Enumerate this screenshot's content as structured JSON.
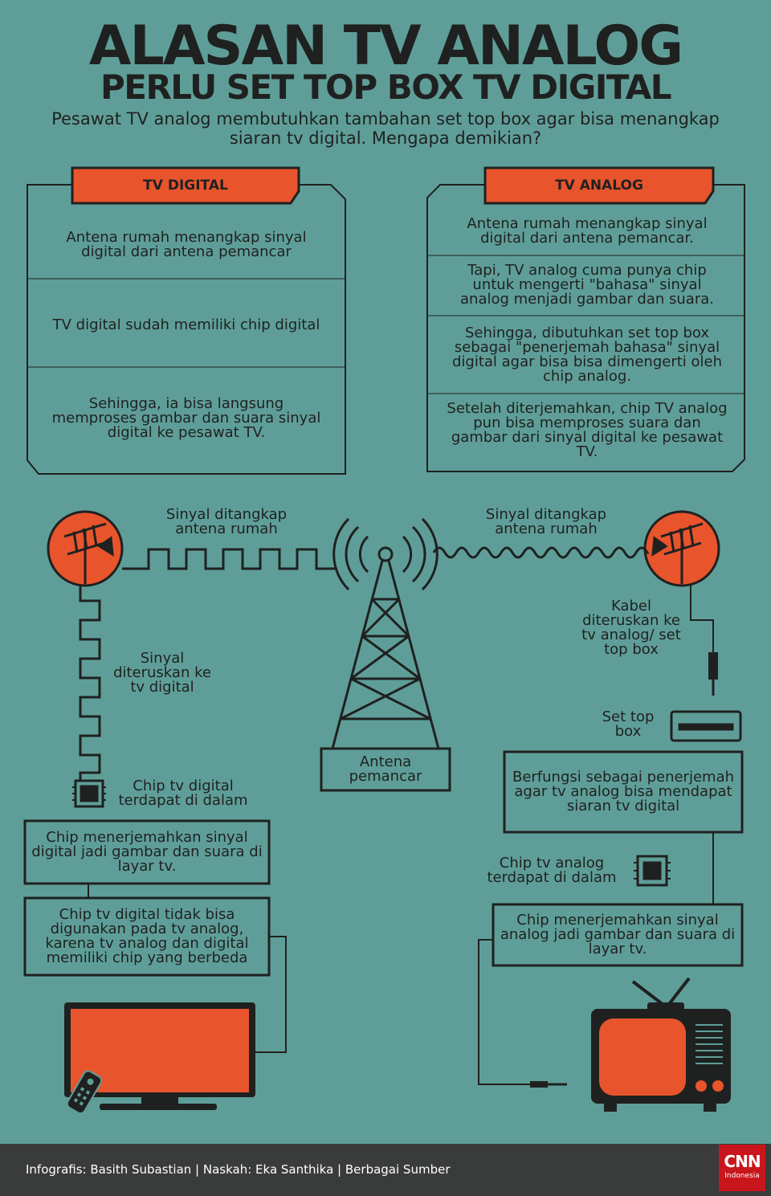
{
  "header": {
    "title_line1": "ALASAN TV ANALOG",
    "title_line2": "PERLU SET TOP BOX TV DIGITAL",
    "subtitle_line1": "Pesawat TV analog membutuhkan tambahan set top box agar bisa menangkap",
    "subtitle_line2": "siaran tv digital. Mengapa demikian?"
  },
  "digital_panel": {
    "tab": "TV DIGITAL",
    "items": [
      "Antena rumah menangkap sinyal digital dari antena pemancar",
      "TV digital sudah memiliki chip digital",
      "Sehingga, ia bisa langsung memproses gambar dan suara sinyal digital ke pesawat TV."
    ]
  },
  "analog_panel": {
    "tab": "TV ANALOG",
    "items": [
      "Antena rumah menangkap sinyal digital dari antena pemancar.",
      "Tapi, TV analog cuma punya chip untuk mengerti \"bahasa\" sinyal analog menjadi gambar dan suara.",
      "Sehingga, dibutuhkan set top box sebagai \"penerjemah bahasa\" sinyal digital agar bisa bisa dimengerti oleh chip analog.",
      "Setelah diterjemahkan, chip TV analog pun bisa memproses suara dan gambar dari sinyal digital ke pesawat TV."
    ]
  },
  "diagram": {
    "left_signal": "Sinyal ditangkap antena rumah",
    "right_signal": "Sinyal ditangkap antena rumah",
    "left_forward": "Sinyal diteruskan ke tv digital",
    "tower_label": "Antena pemancar",
    "left_chip": "Chip tv digital terdapat di dalam",
    "left_box1": "Chip menerjemahkan sinyal digital jadi gambar dan suara di layar tv.",
    "left_box2": "Chip tv digital tidak bisa digunakan pada tv analog, karena tv analog dan digital memiliki chip yang berbeda",
    "right_cable": "Kabel diteruskan ke tv analog/ set top box",
    "settop_label": "Set top box",
    "right_box1": "Berfungsi sebagai penerjemah agar tv analog bisa mendapat siaran tv digital",
    "right_chip": "Chip tv analog terdapat di dalam",
    "right_box2": "Chip menerjemahkan sinyal analog jadi gambar dan suara di layar tv."
  },
  "footer": {
    "credits": "Infografis: Basith Subastian | Naskah: Eka Santhika | Berbagai Sumber",
    "logo_main": "CNN",
    "logo_sub": "Indonesia"
  },
  "colors": {
    "background": "#5f9e98",
    "accent": "#e8542c",
    "ink": "#1f2120",
    "footer": "#3a3b3b",
    "logo": "#c9161c"
  }
}
